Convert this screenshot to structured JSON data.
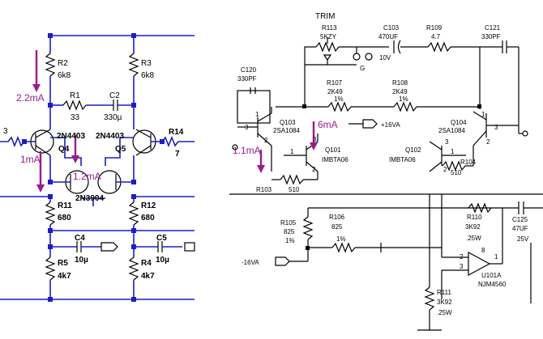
{
  "left_schematic": {
    "annotations": {
      "current_r2": "2.2mA",
      "current_q4": "1mA",
      "current_q4q5": "1.2mA"
    },
    "components": {
      "r2": {
        "ref": "R2",
        "value": "6k8"
      },
      "r3": {
        "ref": "R3",
        "value": "6k8"
      },
      "r1": {
        "ref": "R1",
        "value": "33"
      },
      "c2": {
        "ref": "C2",
        "value": "330µ"
      },
      "q4": {
        "ref": "Q4",
        "part": "2N4403"
      },
      "q5": {
        "ref": "Q5",
        "part": "2N4403"
      },
      "q_mid": {
        "part": "2N3904"
      },
      "r13": {
        "ref": "3"
      },
      "r14": {
        "ref": "R14",
        "value": "7"
      },
      "r11": {
        "ref": "R11",
        "value": "680"
      },
      "r12": {
        "ref": "R12",
        "value": "680"
      },
      "c4": {
        "ref": "C4",
        "value": "10µ"
      },
      "c5": {
        "ref": "C5",
        "value": "10µ"
      },
      "r5": {
        "ref": "R5",
        "value": "4k7"
      },
      "r4": {
        "ref": "R4",
        "value": "4k7"
      }
    }
  },
  "right_schematic": {
    "trim_label": "TRIM",
    "annotations": {
      "current_q103": "6mA",
      "current_q101": "1.1mA"
    },
    "components": {
      "r113": {
        "ref": "R113",
        "value": "5KZY"
      },
      "c103": {
        "ref": "C103",
        "value": "470UF",
        "voltage": "10V"
      },
      "r109": {
        "ref": "R109",
        "value": "4.7"
      },
      "c121": {
        "ref": "C121",
        "value": "330PF"
      },
      "c120": {
        "ref": "C120",
        "value": "330PF"
      },
      "r107": {
        "ref": "R107",
        "value": "2K49",
        "tol": "1%"
      },
      "r108": {
        "ref": "R108",
        "value": "2K49",
        "tol": "1%"
      },
      "q103": {
        "ref": "Q103",
        "part": "2SA1084"
      },
      "q104": {
        "ref": "Q104",
        "part": "2SA1084"
      },
      "q101": {
        "ref": "Q101",
        "part": "IMBTA06"
      },
      "q102": {
        "ref": "Q102",
        "part": "IMBTA06"
      },
      "r103": {
        "ref": "R103",
        "value": "510"
      },
      "r104": {
        "ref": "R104",
        "value": "510"
      },
      "r105": {
        "ref": "R105",
        "value": "825",
        "tol": "1%"
      },
      "r106": {
        "ref": "R106",
        "value": "825",
        "tol": "1%"
      },
      "r110": {
        "ref": "R110",
        "value": "3K92",
        "power": ".25W"
      },
      "c125": {
        "ref": "C125",
        "value": "47UF",
        "voltage": "25V"
      },
      "r111": {
        "ref": "R111",
        "value": "3K92",
        "power": ".25W"
      },
      "u101": {
        "ref": "U101A",
        "part": "NJM4560"
      }
    },
    "nets": {
      "pos": "+16VA",
      "neg": "-16VA",
      "gnd": "G"
    },
    "pins": {
      "p1": "1",
      "p2": "2",
      "p3": "3",
      "p8": "8"
    }
  },
  "colors": {
    "wire_left": "#1c1cc8",
    "annotation": "#9b1a8f",
    "wire_right": "#000000"
  }
}
